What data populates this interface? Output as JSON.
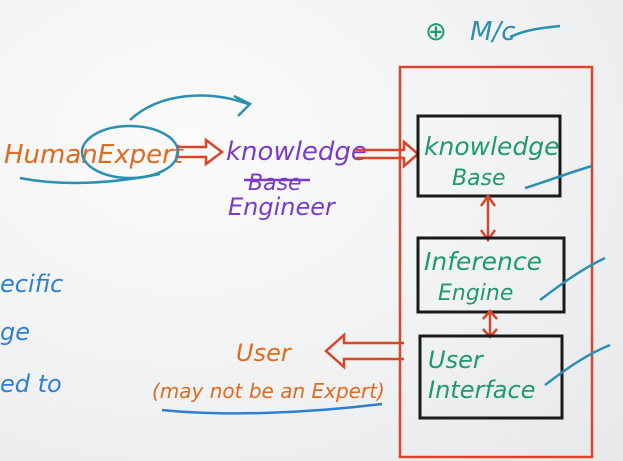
{
  "colors": {
    "orange": "#e06a1f",
    "purple": "#7a3cc8",
    "green": "#1f9a6b",
    "teal": "#2a8fb0",
    "red": "#d9442a",
    "blue": "#2f7fd0",
    "black": "#1a1a1a"
  },
  "top_right": {
    "text": "M/c",
    "mark": "⊕"
  },
  "left": {
    "human_expert": "HumanExpert",
    "cut_line_1": "ecific",
    "cut_line_2": "ge",
    "cut_line_3": "ed to"
  },
  "middle": {
    "knowledge": "knowledge",
    "base_struck": "Base",
    "engineer": "Engineer"
  },
  "system_box": {
    "knowledge_base_line1": "knowledge",
    "knowledge_base_line2": "Base",
    "inference_engine_line1": "Inference",
    "inference_engine_line2": "Engine",
    "user_interface_line1": "User",
    "user_interface_line2": "Interface"
  },
  "user_block": {
    "user": "User",
    "note": "(may not be an Expert)"
  }
}
